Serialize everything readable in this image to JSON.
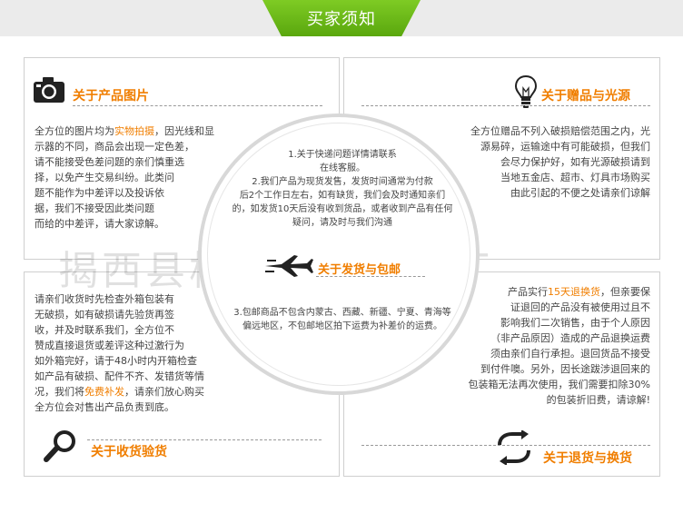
{
  "header": {
    "title": "买家须知"
  },
  "watermark": {
    "text": "揭西县棉湖瑞华电线厂"
  },
  "photos": {
    "title": "关于产品图片",
    "lines": [
      [
        "全方位的图片均为",
        "实物拍摄",
        "，因光线和显"
      ],
      [
        "示器的不同，商品会出现一定色差，"
      ],
      [
        "请不能接受色差问题的亲们慎重选"
      ],
      [
        "择，以免产生交易纠纷。此类问"
      ],
      [
        "题不能作为中差评以及投诉依"
      ],
      [
        "据，我们不接受因此类问题"
      ],
      [
        "而给的中差评，请大家谅解。"
      ]
    ]
  },
  "gifts": {
    "title": "关于赠品与光源",
    "lines": [
      "全方位赠品不列入破损赔偿范围之内，光",
      "源易碎，运输途中有可能破损，但我们",
      "会尽力保护好，如有光源破损请到",
      "当地五金店、超市、灯具市场购买",
      "由此引起的不便之处请亲们谅解"
    ]
  },
  "receipt": {
    "title": "关于收货验货",
    "lines": [
      [
        "请亲们收货时先检查外箱包装有"
      ],
      [
        "无破损，如有破损请先验货再签"
      ],
      [
        "收，并及时联系我们，全方位不"
      ],
      [
        "赞成直接退货或差评这种过激行为"
      ],
      [
        "如外箱完好，请于48小时内开箱检查"
      ],
      [
        "如产品有破损、配件不齐、发错货等情"
      ],
      [
        "况，我们将",
        "免费补发",
        "，请亲们放心购买"
      ],
      [
        "全方位会对售出产品负责到底。"
      ]
    ]
  },
  "returns": {
    "title": "关于退货与换货",
    "lines": [
      [
        "产品实行",
        "15天退换货",
        "，但亲要保"
      ],
      [
        "证退回的产品没有被使用过且不"
      ],
      [
        "影响我们二次销售，由于个人原因"
      ],
      [
        "（非产品原因）造成的产品退换运费"
      ],
      [
        "须由亲们自行承担。退回货品不接受"
      ],
      [
        "到付件噢。另外，因长途跋涉退回来的"
      ],
      [
        "包装箱无法再次使用，我们需要扣除30%"
      ],
      [
        "的包装折旧费，请谅解!"
      ]
    ]
  },
  "shipping": {
    "title": "关于发货与包邮",
    "top_lines": [
      "1.关于快递问题详情请联系",
      "在线客服。",
      "2.我们产品为现货发售，发货时间通常为付款",
      "后2个工作日左右，如有缺货，我们会及时通知亲们",
      "的，如发货10天后没有收到货品，或者收到产品有任何",
      "疑问，请及时与我们沟通"
    ],
    "bottom_lines": [
      "3.包邮商品不包含内蒙古、西藏、新疆、宁夏、青海等",
      "偏远地区，不包邮地区拍下运费为补差价的运费。"
    ]
  }
}
